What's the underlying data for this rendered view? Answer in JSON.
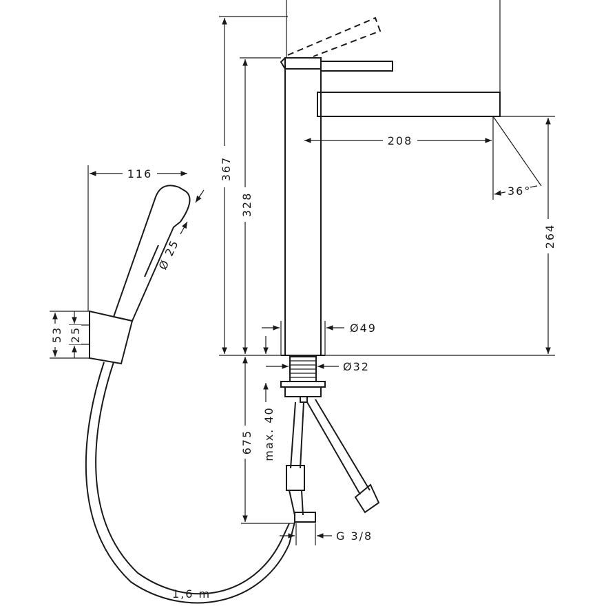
{
  "dimensions": {
    "total_height": "367",
    "body_height": "328",
    "spout_reach": "208",
    "spout_angle": "36°",
    "spout_clearance": "264",
    "body_diameter": "Ø49",
    "shank_diameter": "Ø32",
    "connection_thread": "G 3/8",
    "max_counter_thickness": "max. 40",
    "hose_length_supply": "675",
    "hose_length_shower": "1,6 m",
    "handshower_width": "116",
    "handshower_diameter": "Ø 25",
    "holder_height": "53",
    "holder_inner": "25"
  }
}
